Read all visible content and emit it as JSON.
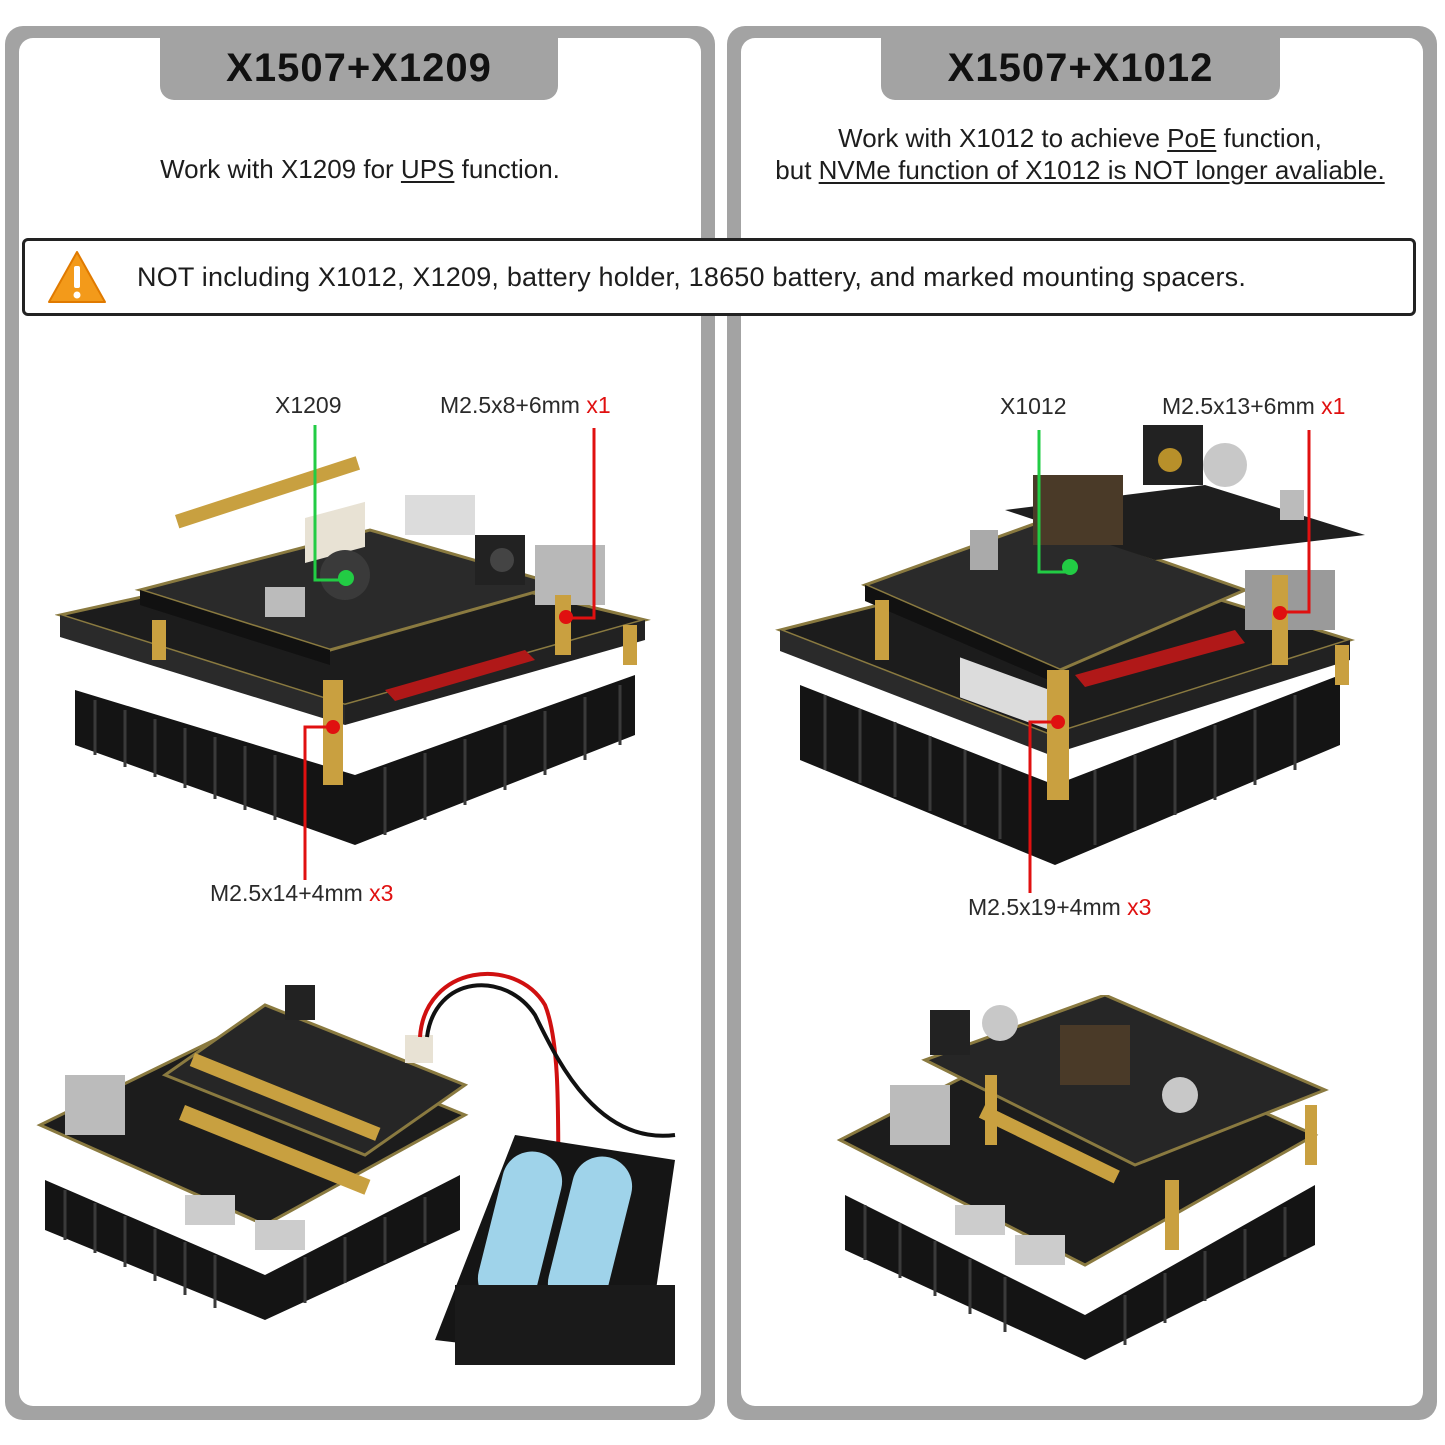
{
  "left": {
    "title": "X1507+X1209",
    "subtitle": {
      "pre": "Work with X1209 for ",
      "link": "UPS",
      "post": " function."
    },
    "callouts": {
      "board": "X1209",
      "top_spacer": {
        "spec": "M2.5x8+6mm ",
        "qty": "x1"
      },
      "bottom_spacer": {
        "spec": "M2.5x14+4mm ",
        "qty": "x3"
      }
    }
  },
  "right": {
    "title": "X1507+X1012",
    "subtitle": {
      "line1_pre": "Work with X1012 to achieve ",
      "line1_link": "PoE",
      "line1_post": " function,",
      "line2_pre": "but ",
      "line2_link": "NVMe function of X1012 is NOT longer avaliable."
    },
    "callouts": {
      "board": "X1012",
      "top_spacer": {
        "spec": "M2.5x13+6mm ",
        "qty": "x1"
      },
      "bottom_spacer": {
        "spec": "M2.5x19+4mm ",
        "qty": "x3"
      }
    }
  },
  "notice": {
    "icon": "warning-triangle-icon",
    "text": "NOT including X1012, X1209, battery holder, 18650 battery, and marked mounting spacers."
  },
  "colors": {
    "frame": "#a3a3a3",
    "accent_red": "#e01010",
    "accent_green": "#22cc44",
    "warning": "#f39a1a"
  }
}
